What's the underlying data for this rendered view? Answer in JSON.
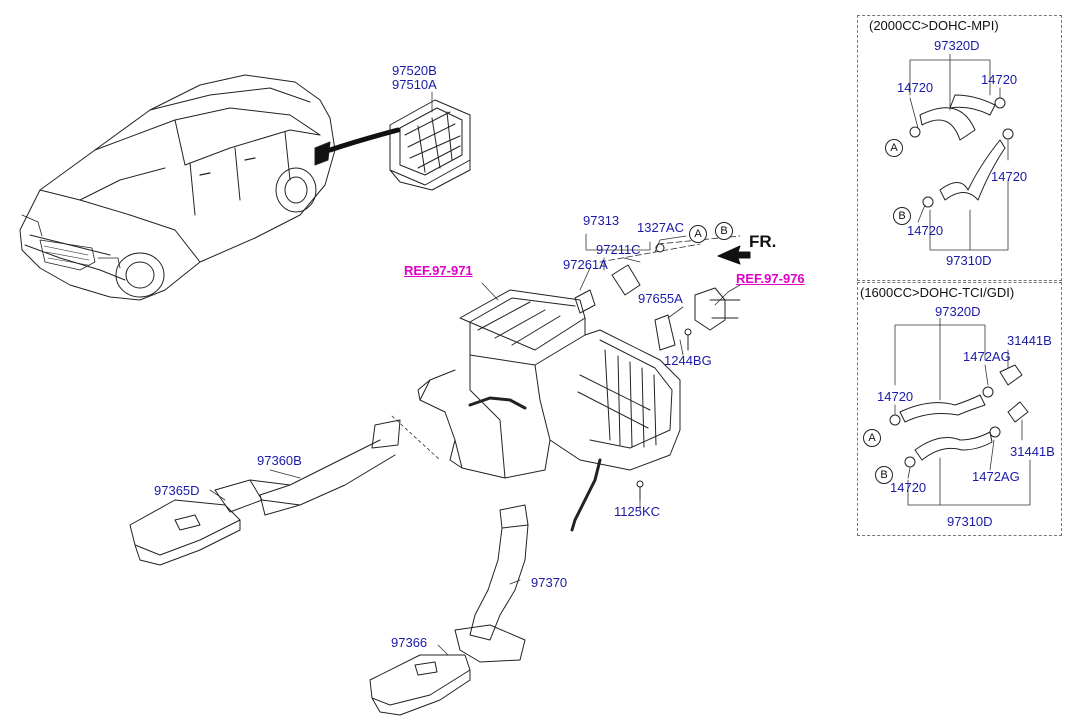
{
  "labels": {
    "p97520B": "97520B",
    "p97510A": "97510A",
    "p97313": "97313",
    "p1327AC": "1327AC",
    "p97211C": "97211C",
    "p97261A": "97261A",
    "p97655A": "97655A",
    "p1244BG": "1244BG",
    "p97360B": "97360B",
    "p97365D": "97365D",
    "p1125KC": "1125KC",
    "p97370": "97370",
    "p97366": "97366",
    "ref1": "REF.97-971",
    "ref2": "REF.97-976",
    "fr": "FR.",
    "markA": "A",
    "markB": "B"
  },
  "box1": {
    "header": "(2000CC>DOHC-MPI)",
    "p97320D": "97320D",
    "p14720_l": "14720",
    "p14720_r": "14720",
    "p14720_mr": "14720",
    "p14720_b": "14720",
    "p97310D": "97310D",
    "markA": "A",
    "markB": "B"
  },
  "box2": {
    "header": "(1600CC>DOHC-TCI/GDI)",
    "p97320D": "97320D",
    "p31441B_t": "31441B",
    "p1472AG_t": "1472AG",
    "p14720_l": "14720",
    "p31441B_b": "31441B",
    "p1472AG_b": "1472AG",
    "p14720_b": "14720",
    "p97310D": "97310D",
    "markA": "A",
    "markB": "B"
  },
  "colors": {
    "part_number": "#1a1aa8",
    "reference": "#e000c8"
  }
}
